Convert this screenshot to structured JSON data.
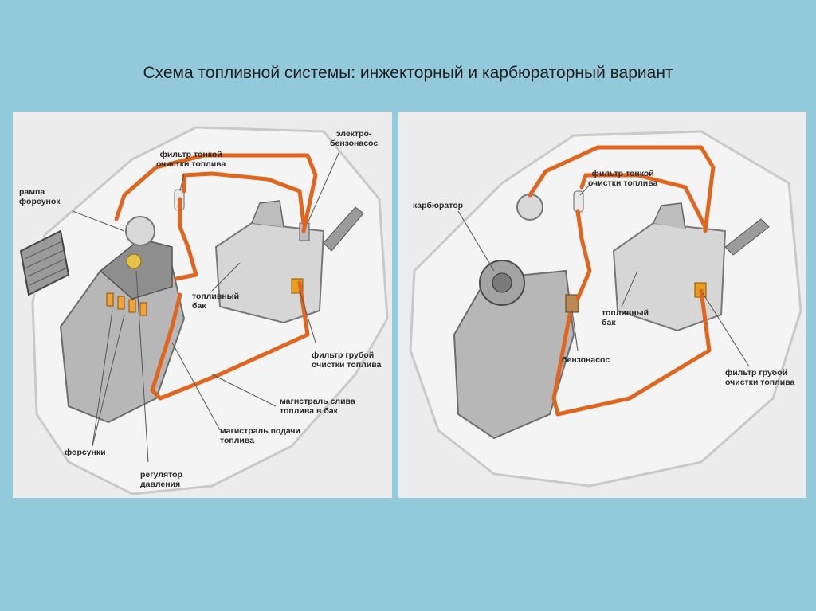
{
  "title": "Схема топливной системы: инжекторный и карбюраторный вариант",
  "colors": {
    "background": "#93cadb",
    "fuel_line": "#e0651e",
    "panel": "#ececec"
  },
  "injector_diagram": {
    "labels": {
      "rail": "рампа\nфорсунок",
      "fine_filter": "фильтр тонкой\nочистки топлива",
      "electric_pump": "электро-\nбензонасос",
      "tank": "топливный\nбак",
      "coarse_filter": "фильтр грубой\nочистки топлива",
      "return_line": "магистраль слива\nтоплива в бак",
      "supply_line": "магистраль подачи\nтоплива",
      "injectors": "форсунки",
      "regulator": "регулятор\nдавления"
    }
  },
  "carburetor_diagram": {
    "labels": {
      "carburetor": "карбюратор",
      "fine_filter": "фильтр тонкой\nочистки топлива",
      "tank": "топливный\nбак",
      "fuel_pump": "бензонасос",
      "coarse_filter": "фильтр грубой\nочистки топлива"
    }
  }
}
